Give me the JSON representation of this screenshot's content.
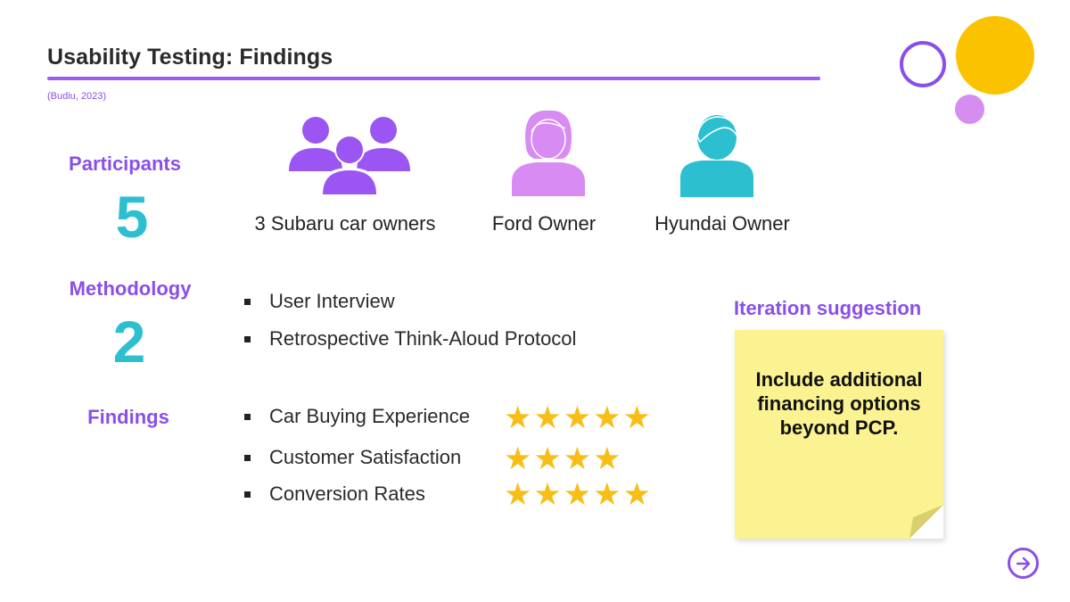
{
  "slide": {
    "title": "Usability Testing: Findings",
    "citation": "(Budiu, 2023)"
  },
  "participants": {
    "label": "Participants",
    "count": "5",
    "groups": [
      {
        "caption": "3 Subaru car owners",
        "icon": "group-people-icon"
      },
      {
        "caption": "Ford Owner",
        "icon": "female-person-icon"
      },
      {
        "caption": "Hyundai Owner",
        "icon": "male-person-icon"
      }
    ]
  },
  "methodology": {
    "label": "Methodology",
    "count": "2",
    "items": [
      "User Interview",
      "Retrospective Think-Aloud Protocol"
    ]
  },
  "findings": {
    "label": "Findings",
    "items": [
      {
        "label": "Car Buying Experience",
        "rating": 5
      },
      {
        "label": "Customer Satisfaction",
        "rating": 4
      },
      {
        "label": "Conversion Rates",
        "rating": 5
      }
    ],
    "max_rating": 5
  },
  "suggestion": {
    "label": "Iteration suggestion",
    "note": "Include additional financing options beyond PCP."
  },
  "colors": {
    "accent_purple": "#8a4fe8",
    "teal": "#2bbfcf",
    "pink": "#d58df0",
    "yellow": "#fbc200",
    "star": "#f7be16",
    "sticky": "#fbf391"
  },
  "navigation": {
    "next_icon": "arrow-right-circle-icon"
  }
}
